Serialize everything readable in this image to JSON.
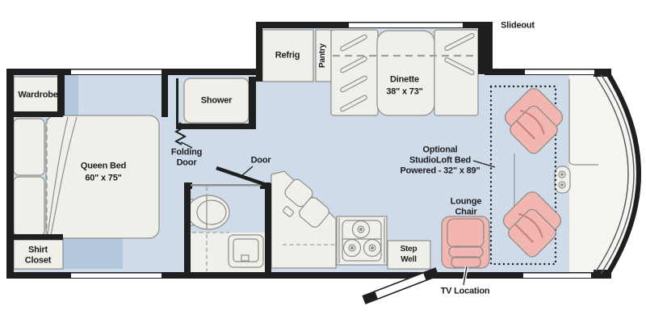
{
  "colors": {
    "floor": "#cfdbe9",
    "slide_floor": "#b4c8dd",
    "furniture": "#f0efe9",
    "wall": "#1f1f1f",
    "outline": "#8e8e8a",
    "chair_fill": "#f2b5af",
    "chair_line": "#c9837c",
    "dashed": "#9aa0a6",
    "window": "#ffffff",
    "text": "#1d1d1f"
  },
  "labels": {
    "wardrobe": "Wardrobe",
    "shirt_closet": {
      "line1": "Shirt",
      "line2": "Closet"
    },
    "queen_bed": {
      "name": "Queen Bed",
      "dims": "60\" x 75\""
    },
    "shower": "Shower",
    "folding_door": {
      "line1": "Folding",
      "line2": "Door"
    },
    "door": "Door",
    "refrig": "Refrig",
    "pantry": "Pantry",
    "dinette": {
      "name": "Dinette",
      "dims": "38\" x 73\""
    },
    "slideout": "Slideout",
    "studioloft": {
      "line1": "Optional",
      "line2": "StudioLoft Bed",
      "line3": "Powered - 32\" x 89\""
    },
    "lounge_chair": {
      "line1": "Lounge",
      "line2": "Chair"
    },
    "step_well": {
      "line1": "Step",
      "line2": "Well"
    },
    "tv_location": "TV Location"
  }
}
